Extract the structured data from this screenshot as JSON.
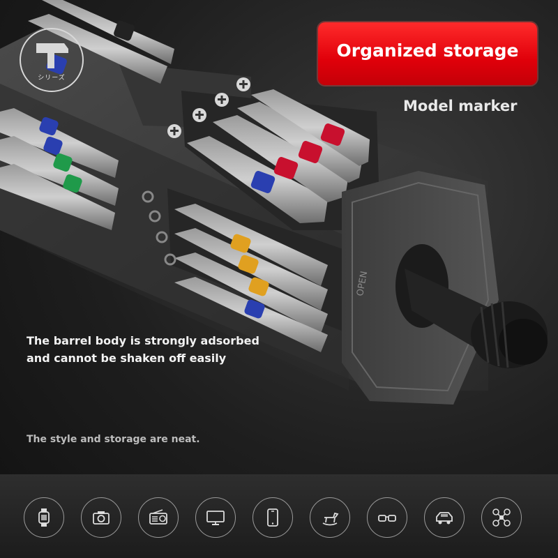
{
  "logo": {
    "caption": "シリーズ"
  },
  "banner": {
    "title": "Organized storage"
  },
  "labels": {
    "model_marker": "Model marker",
    "barrel_line1": "The barrel body is strongly adsorbed",
    "barrel_line2": "and cannot be shaken off easily",
    "style_note": "The style and storage are neat.",
    "cap_text": "OPEN"
  },
  "colors": {
    "banner_red": "#e0000a",
    "ring_red": "#c8102e",
    "ring_blue": "#2a3fb0",
    "ring_green": "#1f9a4a",
    "ring_yellow": "#e0a020"
  },
  "applications": [
    {
      "icon": "smartwatch-icon"
    },
    {
      "icon": "camera-icon"
    },
    {
      "icon": "radio-icon"
    },
    {
      "icon": "monitor-icon"
    },
    {
      "icon": "smartphone-icon"
    },
    {
      "icon": "rocking-horse-icon"
    },
    {
      "icon": "glasses-icon"
    },
    {
      "icon": "toy-car-icon"
    },
    {
      "icon": "drone-icon"
    }
  ]
}
